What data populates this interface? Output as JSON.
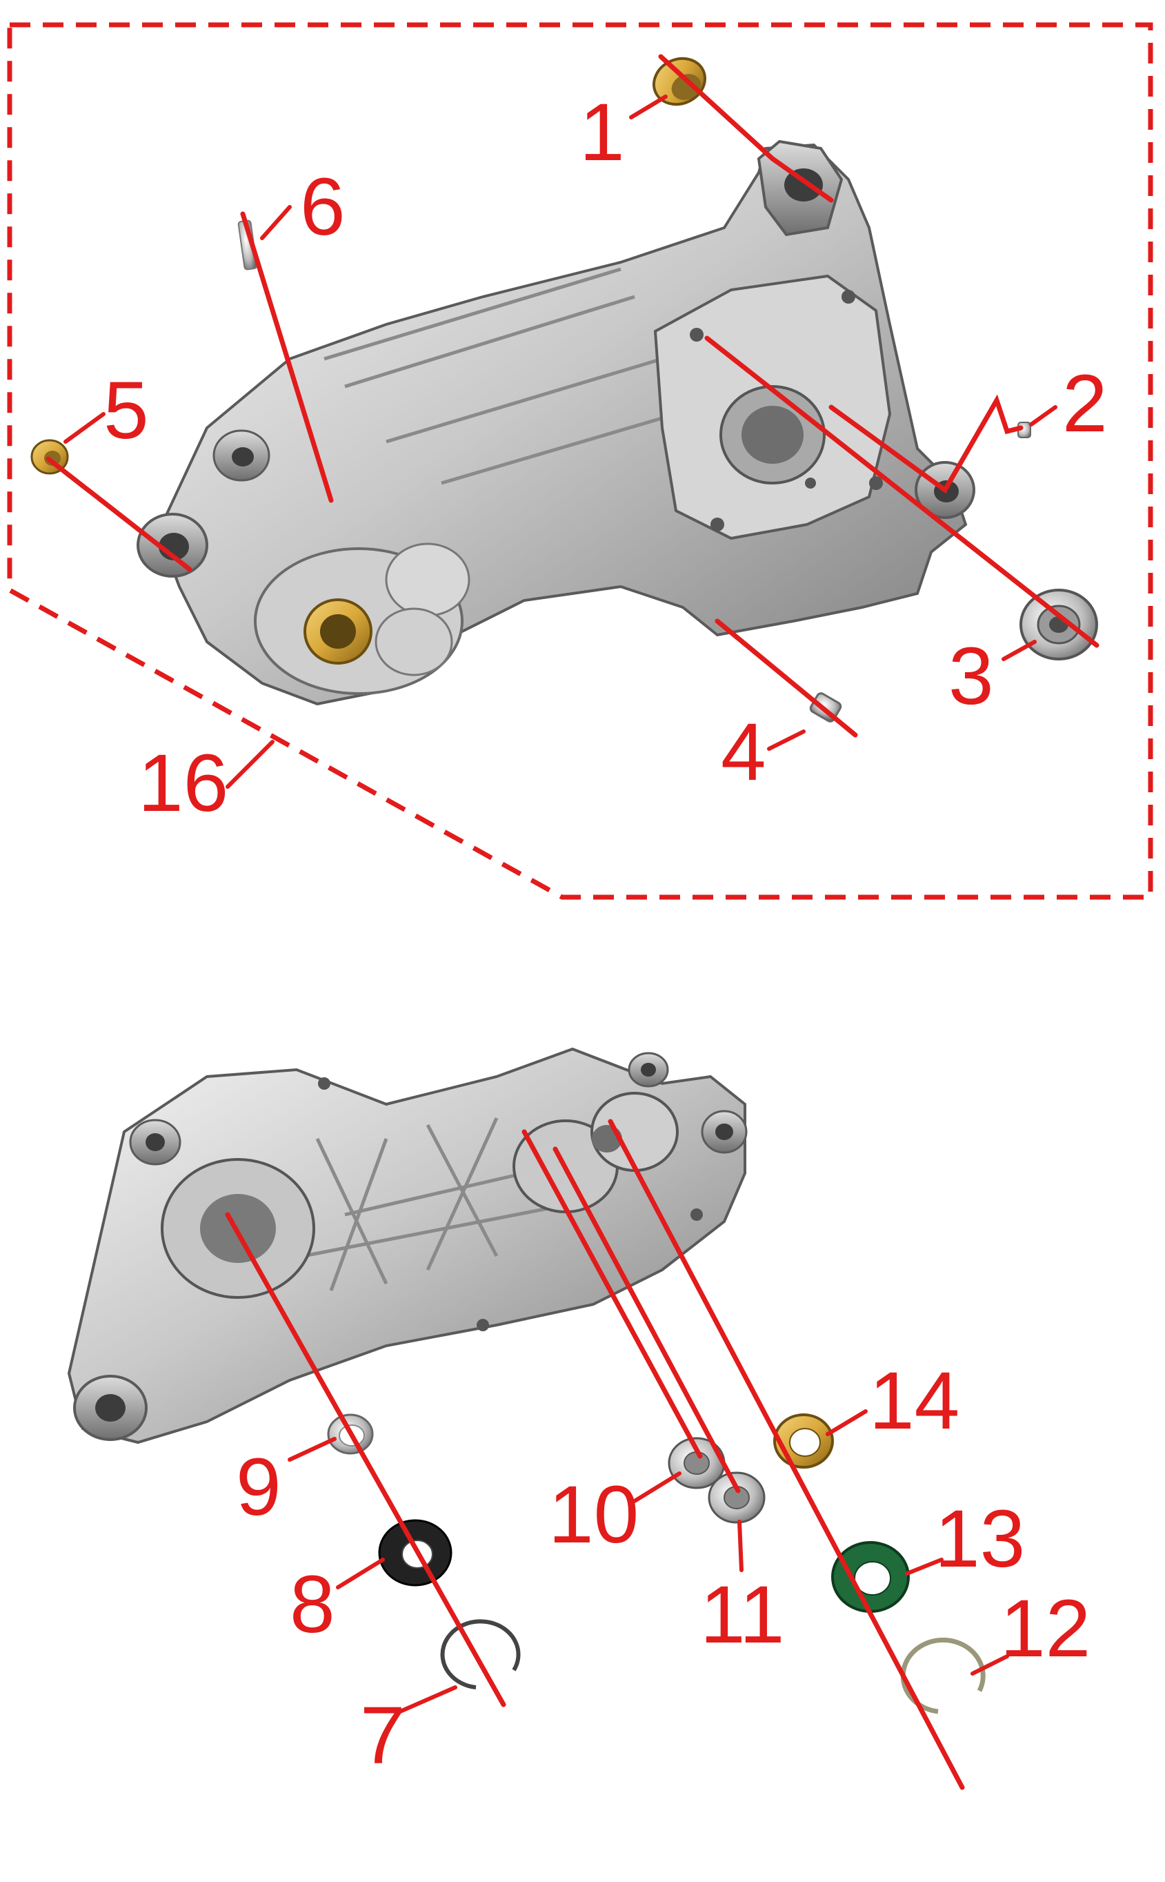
{
  "colors": {
    "callout": "#e21b1b",
    "casting_light": "#e6e6e6",
    "casting_dark": "#8c8c8c",
    "bushing": "#d9a83a",
    "green_seal": "#1f6b3a",
    "black_seal": "#222222"
  },
  "callouts": {
    "c1": "1",
    "c2": "2",
    "c3": "3",
    "c4": "4",
    "c5": "5",
    "c6": "6",
    "c7": "7",
    "c8": "8",
    "c9": "9",
    "c10": "10",
    "c11": "11",
    "c12": "12",
    "c13": "13",
    "c14": "14",
    "c16": "16"
  },
  "parts": [
    {
      "id": "1",
      "kind": "bushing"
    },
    {
      "id": "2",
      "kind": "dowel-pin"
    },
    {
      "id": "3",
      "kind": "ball-bearing"
    },
    {
      "id": "4",
      "kind": "dowel-pin"
    },
    {
      "id": "5",
      "kind": "bushing"
    },
    {
      "id": "6",
      "kind": "stud"
    },
    {
      "id": "7",
      "kind": "circlip"
    },
    {
      "id": "8",
      "kind": "oil-seal"
    },
    {
      "id": "9",
      "kind": "needle-bearing"
    },
    {
      "id": "10",
      "kind": "ball-bearing"
    },
    {
      "id": "11",
      "kind": "ball-bearing"
    },
    {
      "id": "12",
      "kind": "circlip"
    },
    {
      "id": "13",
      "kind": "oil-seal"
    },
    {
      "id": "14",
      "kind": "bushing"
    },
    {
      "id": "16",
      "kind": "crankcase-assembly"
    }
  ]
}
